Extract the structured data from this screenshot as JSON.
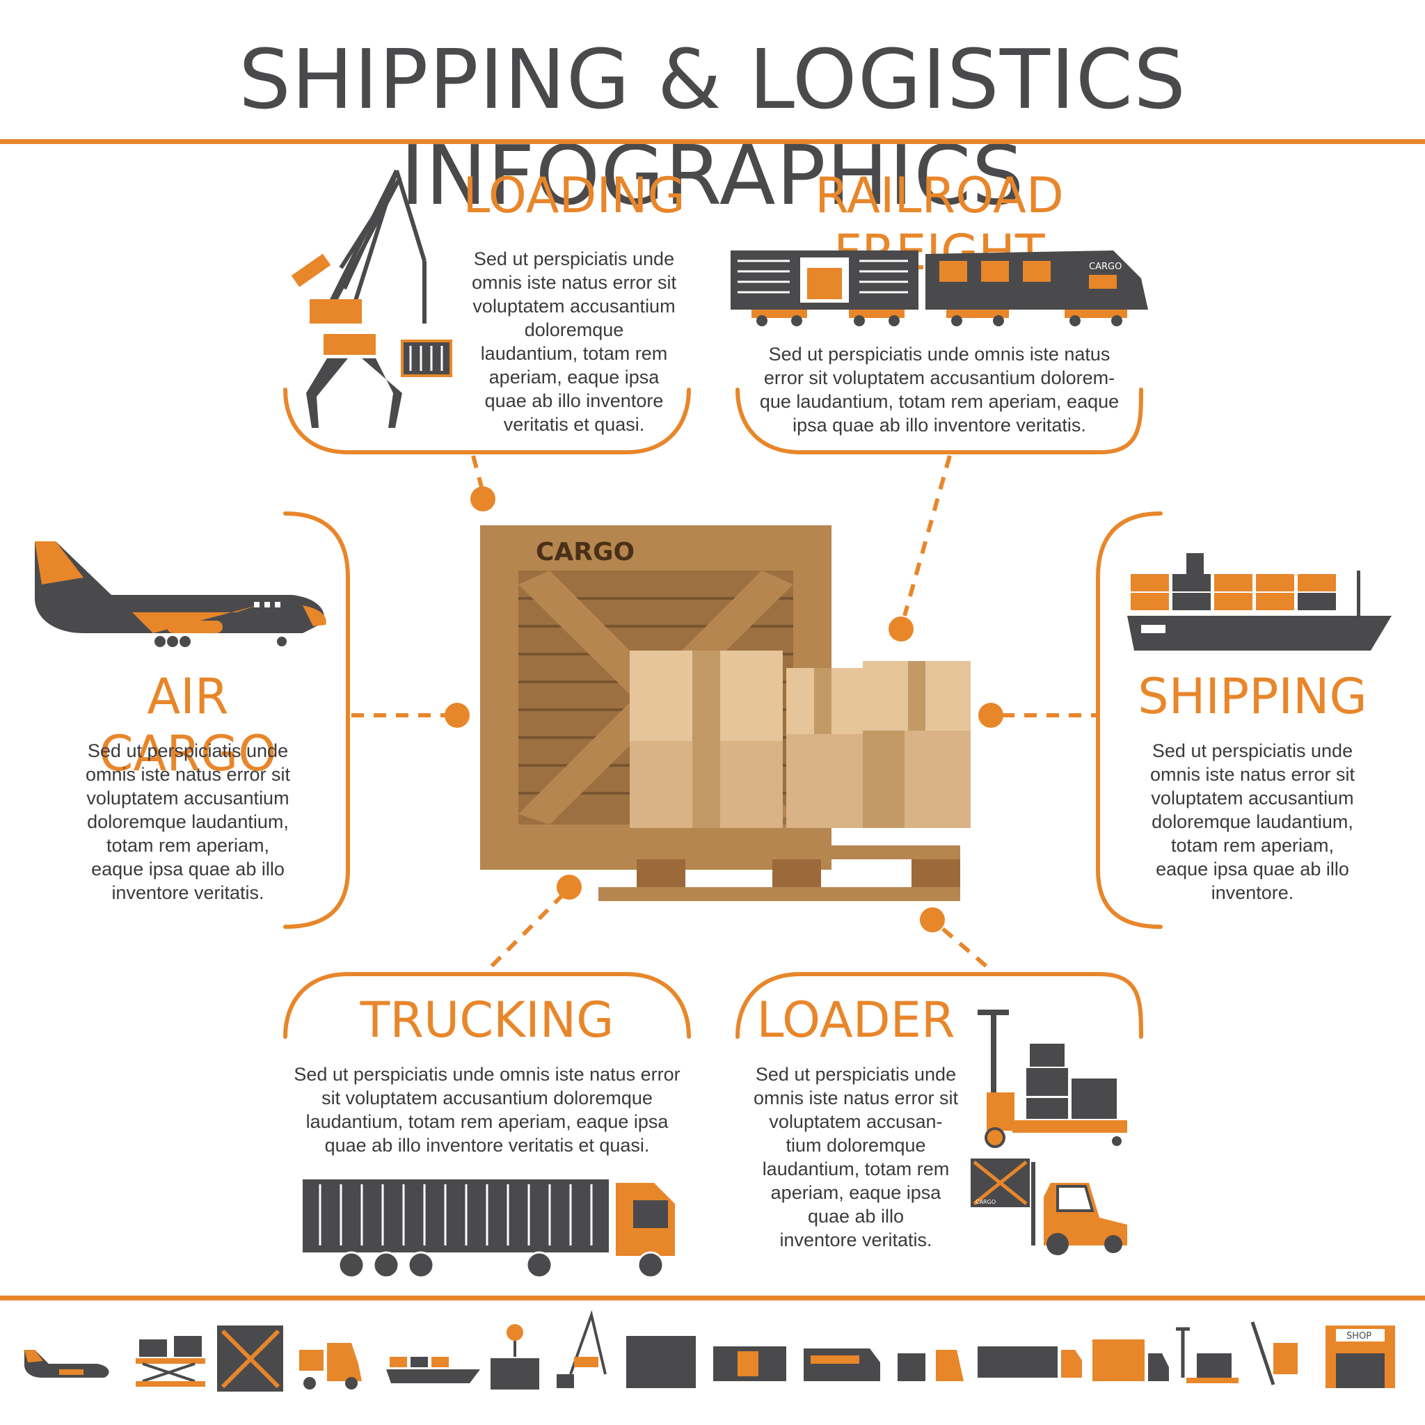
{
  "title": "SHIPPING & LOGISTICS INFOGRAPHICS",
  "colors": {
    "accent": "#e8862a",
    "dark": "#4a4a4c",
    "wood": "#b5864f",
    "box": "#e6c59b"
  },
  "center": {
    "crate_label": "CARGO"
  },
  "sections": {
    "loading": {
      "heading": "LOADING",
      "text": "Sed ut perspiciatis unde\nomnis iste natus error sit\nvoluptatem accusantium\ndoloremque\nlaudantium, totam rem\naperiam, eaque ipsa\nquae ab illo inventore\nveritatis et quasi."
    },
    "railroad": {
      "heading": "RAILROAD FREIGHT",
      "text": "Sed ut perspiciatis unde omnis iste natus\nerror sit voluptatem accusantium dolorem-\nque laudantium, totam rem aperiam, eaque\nipsa quae ab illo inventore veritatis."
    },
    "air_cargo": {
      "heading": "AIR CARGO",
      "text": "Sed ut perspiciatis unde\nomnis iste natus error sit\nvoluptatem accusantium\ndoloremque laudantium,\ntotam rem aperiam,\neaque ipsa quae ab illo\ninventore veritatis."
    },
    "shipping": {
      "heading": "SHIPPING",
      "text": "Sed ut perspiciatis unde\nomnis iste natus error sit\nvoluptatem accusantium\ndoloremque laudantium,\ntotam rem aperiam,\neaque ipsa quae ab illo\ninventore."
    },
    "trucking": {
      "heading": "TRUCKING",
      "text": "Sed ut perspiciatis unde omnis iste natus error\nsit voluptatem accusantium doloremque\nlaudantium, totam rem aperiam, eaque ipsa\nquae ab illo inventore veritatis et quasi."
    },
    "loader": {
      "heading": "LOADER",
      "text": "Sed ut perspiciatis unde\nomnis iste natus error sit\nvoluptatem accusan-\ntium doloremque\nlaudantium, totam rem\naperiam, eaque ipsa\nquae ab illo\ninventore veritatis."
    }
  },
  "illustration_labels": {
    "train": "CARGO",
    "bottom_crate": "CARGO",
    "shop_sign": "SHOP"
  },
  "icons": {
    "main": [
      "crane-icon",
      "train-icon",
      "airplane-icon",
      "cargo-ship-icon",
      "truck-icon",
      "pallet-jack-icon",
      "forklift-icon",
      "crate-icon"
    ],
    "bottom_row": [
      "airplane-icon",
      "scissor-lift-icon",
      "crate-icon",
      "forklift-icon",
      "cargo-ship-icon",
      "hook-container-icon",
      "crane-icon",
      "container-icon",
      "freight-car-icon",
      "locomotive-icon",
      "forklift-crate-icon",
      "truck-icon",
      "delivery-van-icon",
      "pallet-jack-icon",
      "hand-truck-icon",
      "shop-icon"
    ]
  }
}
